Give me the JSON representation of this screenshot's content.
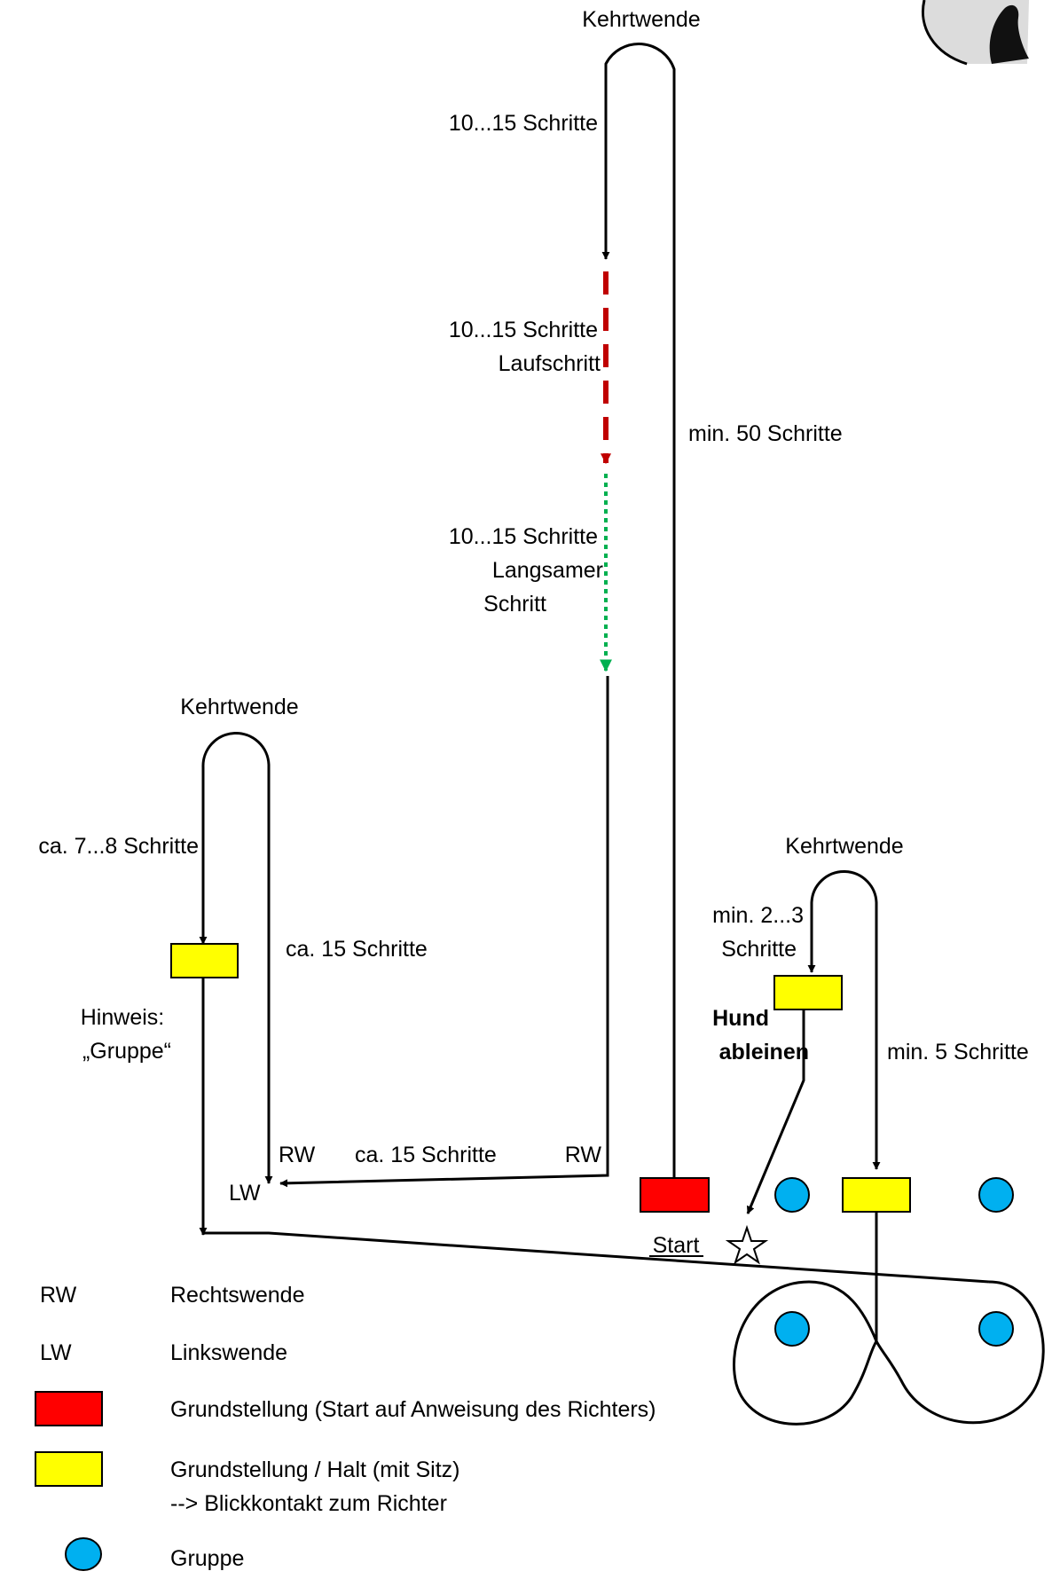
{
  "labels": {
    "kehrtwende_top": "Kehrtwende",
    "steps_top": "10...15 Schritte",
    "steps_lauf": "10...15 Schritte",
    "laufschritt": "Laufschritt",
    "min50": "min. 50 Schritte",
    "steps_langsam": "10...15 Schritte",
    "langsamer": "Langsamer",
    "schritt": "Schritt",
    "kehrtwende_left": "Kehrtwende",
    "ca78": "ca. 7...8 Schritte",
    "ca15_vertical": "ca. 15 Schritte",
    "hinweis": "Hinweis:",
    "gruppe_quote": "„Gruppe“",
    "rw_left": "RW",
    "ca15_horizontal": "ca. 15 Schritte",
    "rw_right": "RW",
    "lw": "LW",
    "start": "Start",
    "kehrtwende_right": "Kehrtwende",
    "min23": "min. 2...3",
    "schritte": "Schritte",
    "hund": "Hund",
    "ableinen": "ableinen",
    "min5": "min. 5 Schritte"
  },
  "legend": [
    {
      "key": "RW",
      "text": "Rechtswende"
    },
    {
      "key": "LW",
      "text": "Linkswende"
    },
    {
      "key": "red-box",
      "text": "Grundstellung (Start auf Anweisung des Richters)"
    },
    {
      "key": "yellow-box",
      "text": "Grundstellung / Halt (mit Sitz)",
      "text2": "--> Blickkontakt zum Richter"
    },
    {
      "key": "blue-circle",
      "text": "Gruppe"
    }
  ],
  "colors": {
    "start_box": "#ff0000",
    "halt_box": "#ffff00",
    "group_circle": "#00b0f0",
    "running_path": "#c00000",
    "slow_path": "#00b050",
    "path": "#000000"
  },
  "icons": {
    "corner_logo": "dog-head-logo",
    "dog_release_marker": "star-icon"
  }
}
